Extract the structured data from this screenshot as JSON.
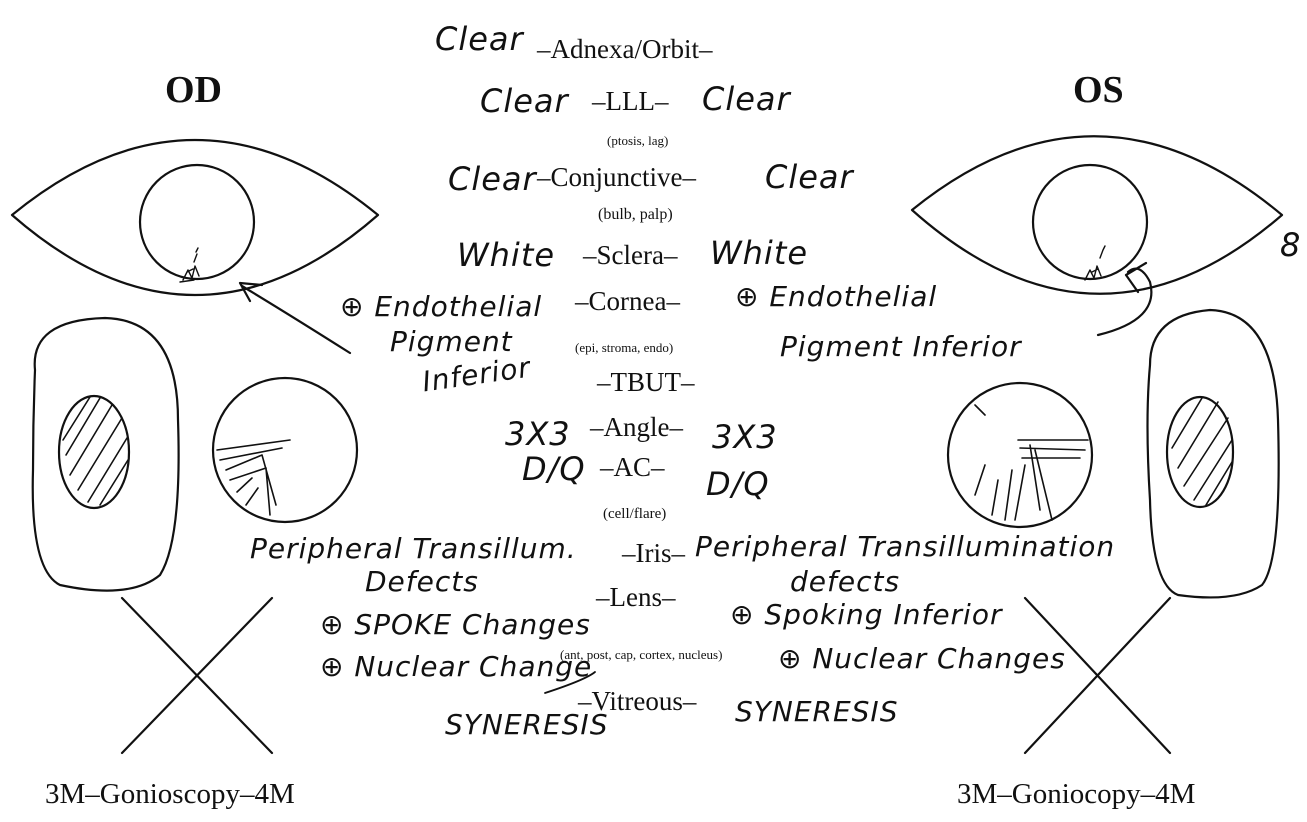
{
  "headers": {
    "od": "OD",
    "os": "OS"
  },
  "printed": {
    "adnexa": "–Adnexa/Orbit–",
    "lll": "–LLL–",
    "lll_sub": "(ptosis, lag)",
    "conjunctive": "–Conjunctive–",
    "conjunctive_sub": "(bulb, palp)",
    "sclera": "–Sclera–",
    "cornea": "–Cornea–",
    "cornea_sub": "(epi, stroma, endo)",
    "tbut": "–TBUT–",
    "angle": "–Angle–",
    "ac": "–AC–",
    "ac_sub": "(cell/flare)",
    "iris": "–Iris–",
    "lens": "–Lens–",
    "lens_sub": "(ant, post, cap, cortex, nucleus)",
    "vitreous": "–Vitreous–"
  },
  "handwritten": {
    "adnexa": "Clear",
    "lll_od": "Clear",
    "lll_os": "Clear",
    "conj_od": "Clear",
    "conj_os": "Clear",
    "sclera_od": "White",
    "sclera_os": "White",
    "cornea_od_1": "⊕ Endothelial",
    "cornea_od_2": "Pigment",
    "cornea_od_3": "Inferior",
    "cornea_os_1": "⊕ Endothelial",
    "cornea_os_2": "Pigment Inferior",
    "angle_od": "3X3",
    "angle_os": "3X3",
    "ac_od": "D/Q",
    "ac_os": "D/Q",
    "iris_od_1": "Peripheral Transillum.",
    "iris_od_2": "Defects",
    "iris_os_1": "Peripheral Transillumination",
    "iris_os_2": "defects",
    "lens_od_1": "⊕ SPOKE Changes",
    "lens_od_2": "⊕ Nuclear Change",
    "lens_os_1": "⊕ Spoking Inferior",
    "lens_os_2": "⊕ Nuclear Changes",
    "vitreous_od": "SYNERESIS",
    "vitreous_os": "SYNERESIS",
    "margin_mark": "8"
  },
  "footer": {
    "gonio_od": "3M–Gonioscopy–4M",
    "gonio_os": "3M–Goniocopy–4M"
  },
  "colors": {
    "ink": "#111111",
    "paper": "#ffffff"
  }
}
